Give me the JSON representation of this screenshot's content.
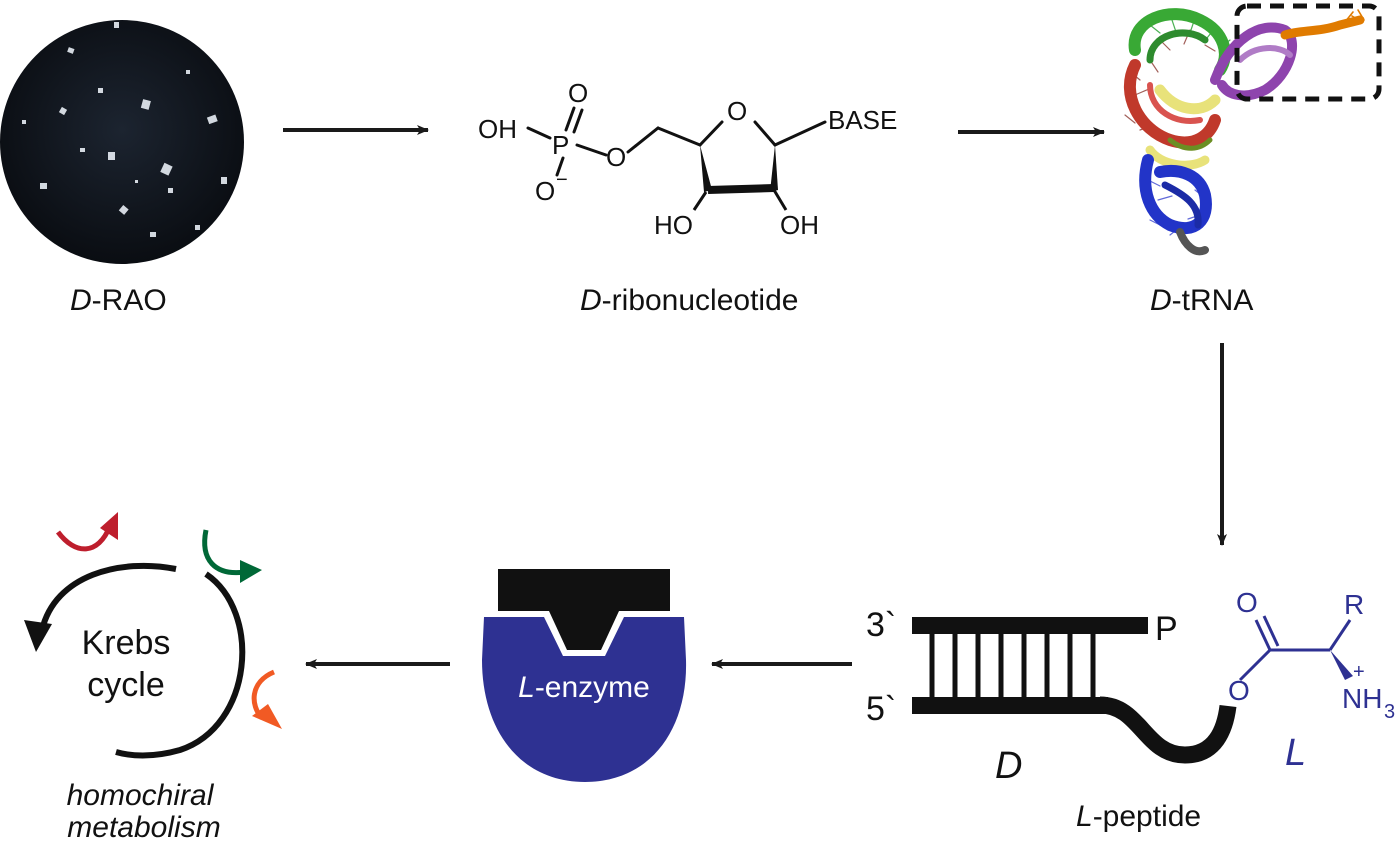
{
  "labels": {
    "rao": {
      "prefix": "D",
      "rest": "-RAO"
    },
    "ribonucleotide": {
      "prefix": "D",
      "rest": "-ribonucleotide"
    },
    "trna": {
      "prefix": "D",
      "rest": "-tRNA"
    },
    "peptide": {
      "prefix": "L",
      "rest": "-peptide"
    },
    "enzyme": {
      "prefix": "L",
      "rest": "-enzyme"
    },
    "krebs_line1": "Krebs",
    "krebs_line2": "cycle",
    "metabolism_line1": "homochiral",
    "metabolism_line2": "metabolism"
  },
  "molecule": {
    "oh_p": "OH",
    "p": "P",
    "o_top": "O",
    "o_minus": "O",
    "minus": "−",
    "o_ester": "O",
    "o_ring": "O",
    "base": "BASE",
    "ho_left": "HO",
    "oh_right": "OH"
  },
  "duplex": {
    "three_prime": "3`",
    "five_prime": "5`",
    "p": "P",
    "d": "D"
  },
  "amino_acid": {
    "o_top": "O",
    "o_link": "O",
    "r": "R",
    "plus": "+",
    "nh": "NH",
    "sub3": "3",
    "l": "L"
  },
  "colors": {
    "arrow": "#1a1a1a",
    "enzyme": "#2e3192",
    "chem_blue": "#2e3192",
    "krebs_red": "#be1e2d",
    "krebs_green": "#006837",
    "krebs_orange": "#f15a24",
    "trna_green": "#39a935",
    "trna_purple": "#8e44ad",
    "trna_orange": "#e07b00",
    "trna_red": "#c0392b",
    "trna_yellow": "#e8e27a",
    "trna_blue": "#2234c8",
    "trna_gray": "#555555"
  }
}
